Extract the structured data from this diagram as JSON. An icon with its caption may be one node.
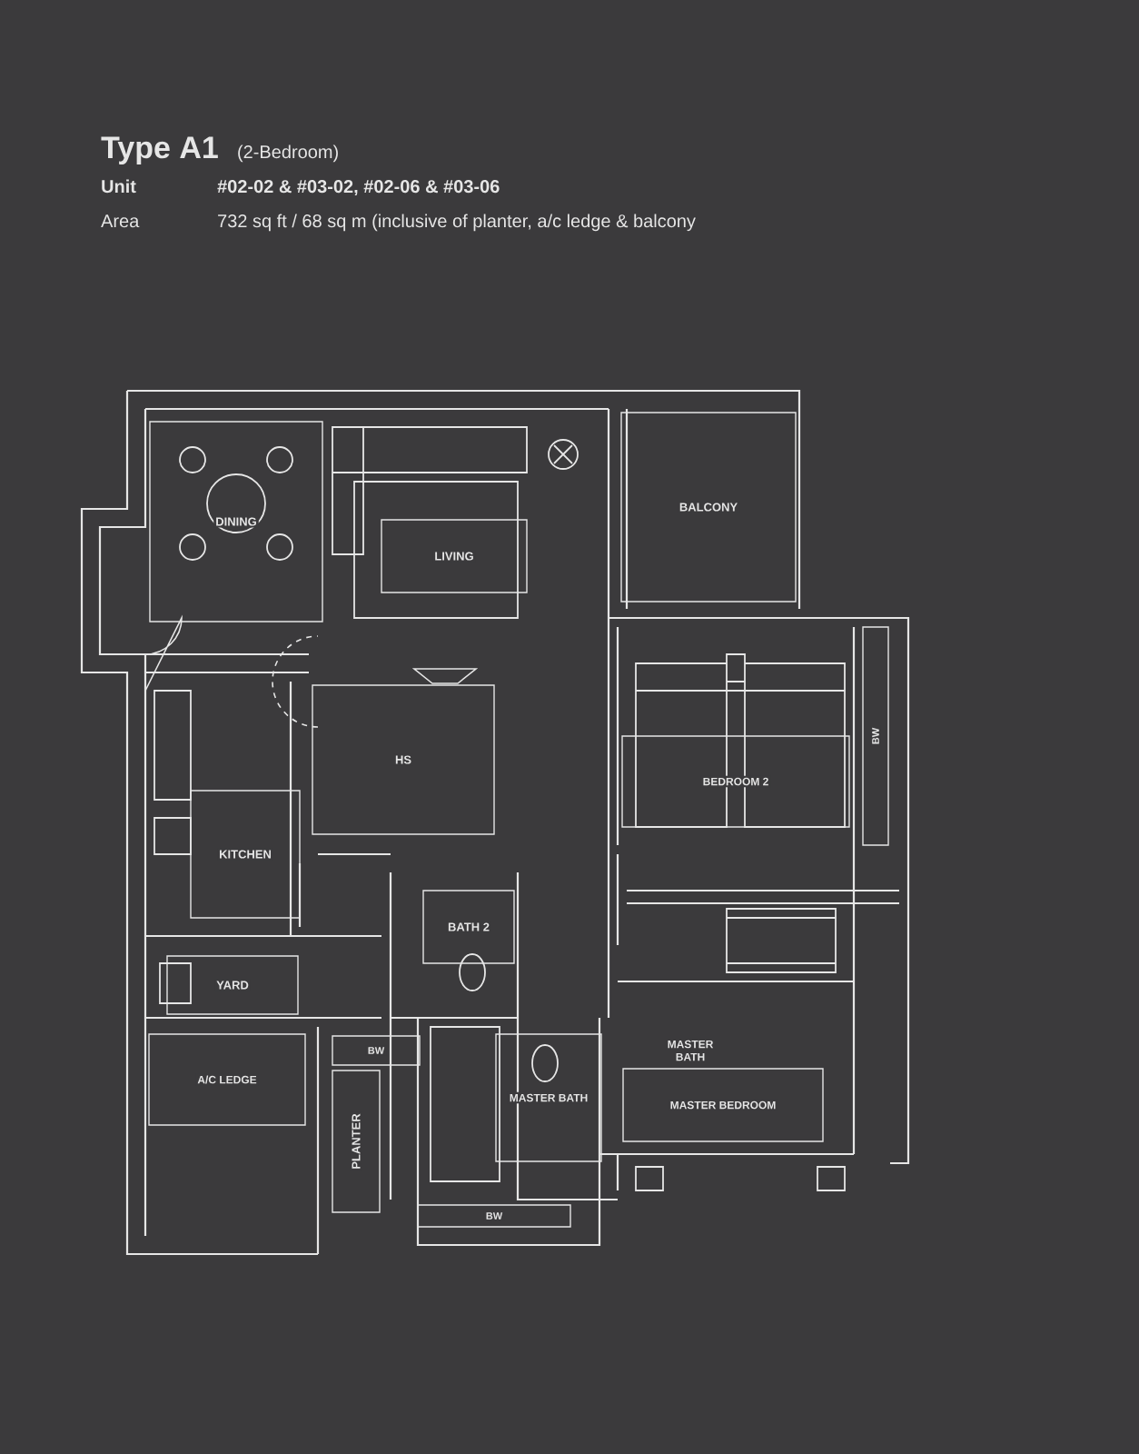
{
  "diagram": {
    "title": "Type A1",
    "nodes": [
      {
        "text": [
          "DINING"
        ]
      },
      {
        "text": [
          "LIVING"
        ]
      },
      {
        "text": [
          "BALCONY"
        ]
      },
      {
        "text": [
          "HS"
        ]
      },
      {
        "text": [
          "BEDROOM 2"
        ]
      },
      {
        "text": [
          "KITCHEN"
        ]
      },
      {
        "text": [
          "BATH 2"
        ]
      },
      {
        "text": [
          "YARD"
        ]
      },
      {
        "text": [
          "BW"
        ]
      },
      {
        "text": [
          "A/C LEDGE"
        ]
      },
      {
        "text": [
          "PLANTER"
        ]
      },
      {
        "text": [
          "MASTER BATH"
        ]
      },
      {
        "text": [
          "MASTER BEDROOM"
        ]
      },
      {
        "text": [
          "BW"
        ]
      },
      {
        "text": [
          "BW"
        ]
      }
    ],
    "labels": [
      "(2-Bedroom)",
      "Unit",
      "#02-02 & #03-02, #02-06 & #03-06",
      "Area",
      "732 sq ft / 68 sq m (inclusive of planter, a/c ledge & balcony",
      "MASTER BATH"
    ]
  }
}
